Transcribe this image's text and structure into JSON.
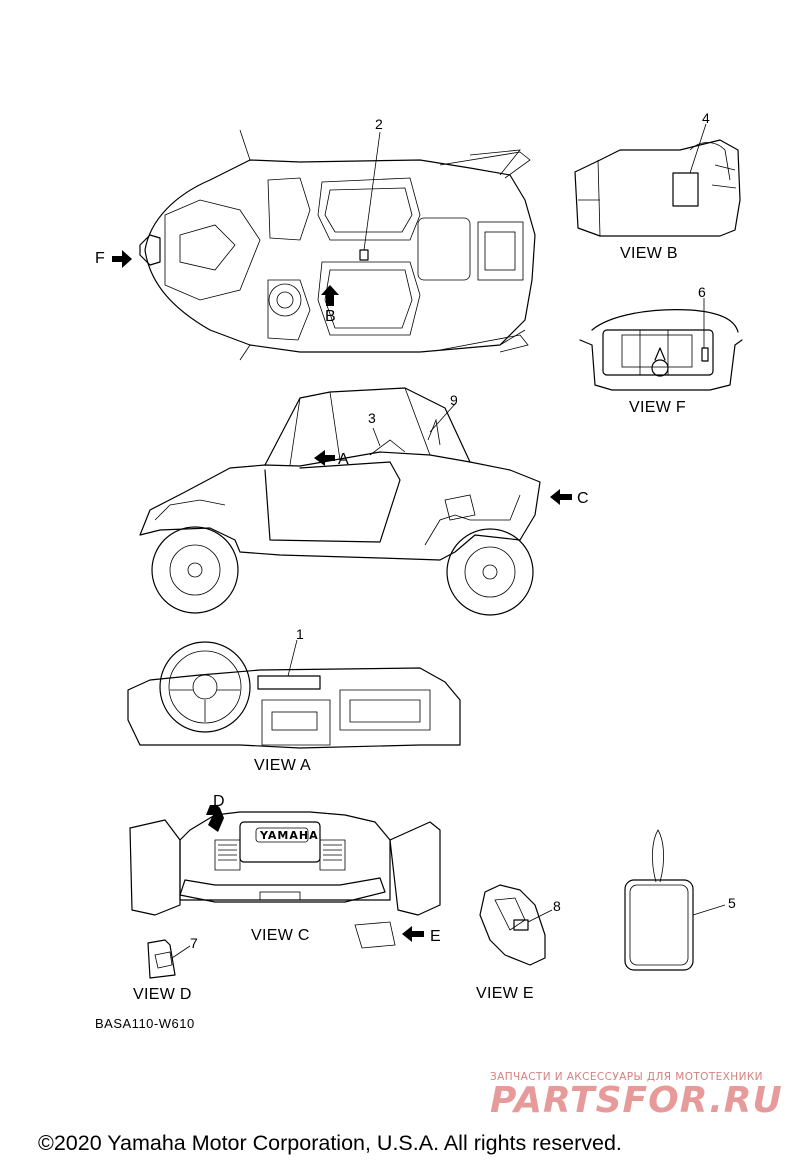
{
  "callouts": {
    "n1": "1",
    "n2": "2",
    "n3": "3",
    "n4": "4",
    "n5": "5",
    "n6": "6",
    "n7": "7",
    "n8": "8",
    "n9": "9"
  },
  "arrows": {
    "a": "A",
    "b": "B",
    "c": "C",
    "d": "D",
    "e": "E",
    "f": "F"
  },
  "views": {
    "a": "VIEW A",
    "b": "VIEW B",
    "c": "VIEW C",
    "d": "VIEW D",
    "e": "VIEW E",
    "f": "VIEW F"
  },
  "part_code": "BASA110-W610",
  "badge": "YAMAHA",
  "watermark": {
    "tagline": "ЗАПЧАСТИ И АКСЕССУАРЫ ДЛЯ МОТОТЕХНИКИ",
    "brand": "PARTSFOR.RU"
  },
  "copyright": "©2020 Yamaha Motor Corporation, U.S.A. All rights reserved."
}
